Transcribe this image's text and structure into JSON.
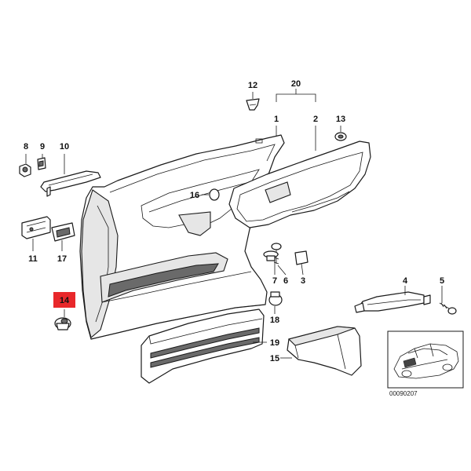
{
  "callouts": {
    "c1": "1",
    "c2": "2",
    "c3": "3",
    "c4": "4",
    "c5": "5",
    "c6": "6",
    "c7": "7",
    "c8": "8",
    "c9": "9",
    "c10": "10",
    "c11": "11",
    "c12": "12",
    "c13": "13",
    "c14": "14",
    "c15": "15",
    "c16": "16",
    "c17": "17",
    "c18": "18",
    "c19": "19",
    "c20": "20"
  },
  "highlight": {
    "color": "#e8282b",
    "callout": "14"
  },
  "diagram_code": "00090207",
  "inset": {
    "icon": "car-silhouette-icon"
  }
}
